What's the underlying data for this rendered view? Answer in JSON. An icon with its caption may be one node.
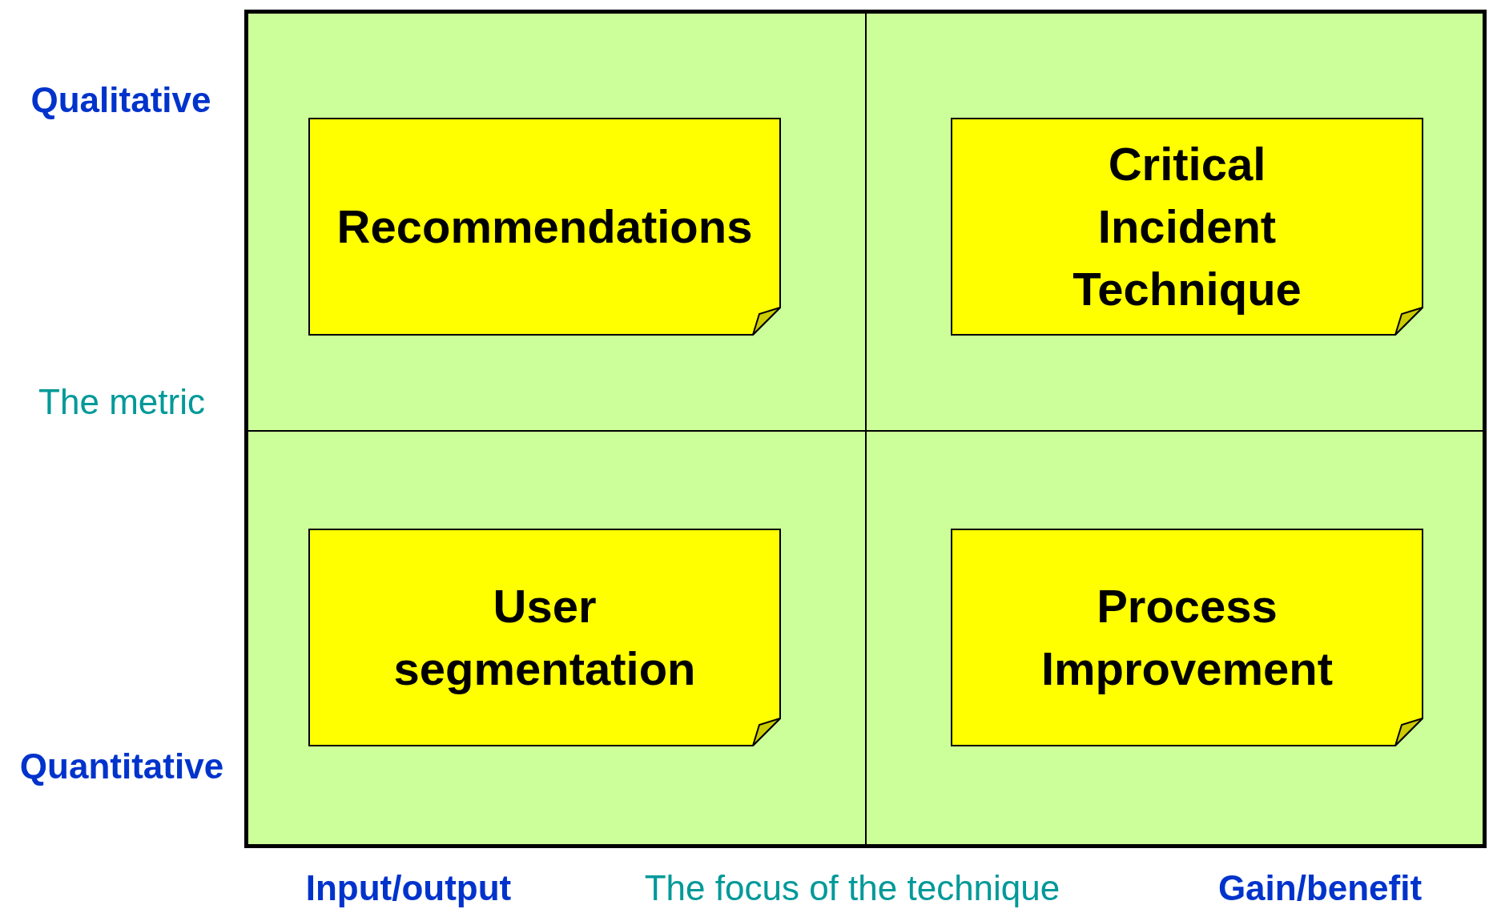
{
  "diagram": {
    "nodes": [
      {
        "text": [
          "Recommendations"
        ]
      },
      {
        "text": [
          "Critical Incident Technique"
        ]
      },
      {
        "text": [
          "User segmentation"
        ]
      },
      {
        "text": [
          "Process Improvement"
        ]
      }
    ],
    "labels": [
      "Qualitative",
      "The metric",
      "Quantitative",
      "Input/output",
      "The focus of the technique",
      "Gain/benefit"
    ]
  }
}
